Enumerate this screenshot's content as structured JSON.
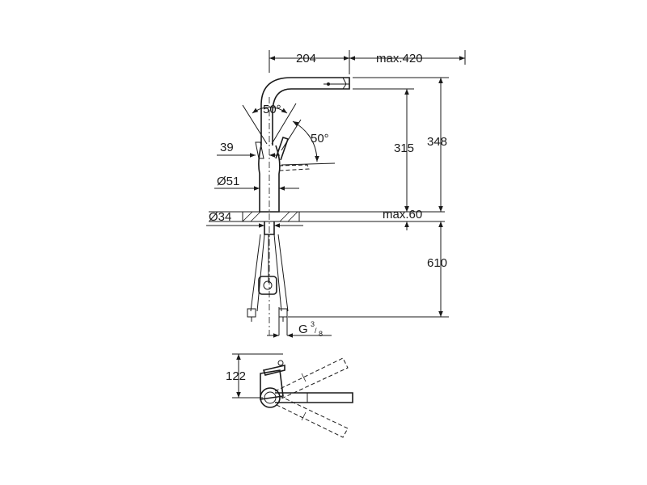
{
  "dimensions": {
    "reach": "204",
    "pullout": "max.420",
    "spout_height": "315",
    "total_height": "348",
    "angle_spout": "50°",
    "angle_lever": "50°",
    "lever_width": "39",
    "body_diameter": "Ø51",
    "hole_diameter": "Ø34",
    "deck_thickness": "max.60",
    "hose_length": "610",
    "connection_main": "G",
    "connection_num": "3",
    "connection_den": "8",
    "plan_depth": "122"
  },
  "colors": {
    "line": "#1a1a1a",
    "background": "#ffffff"
  }
}
